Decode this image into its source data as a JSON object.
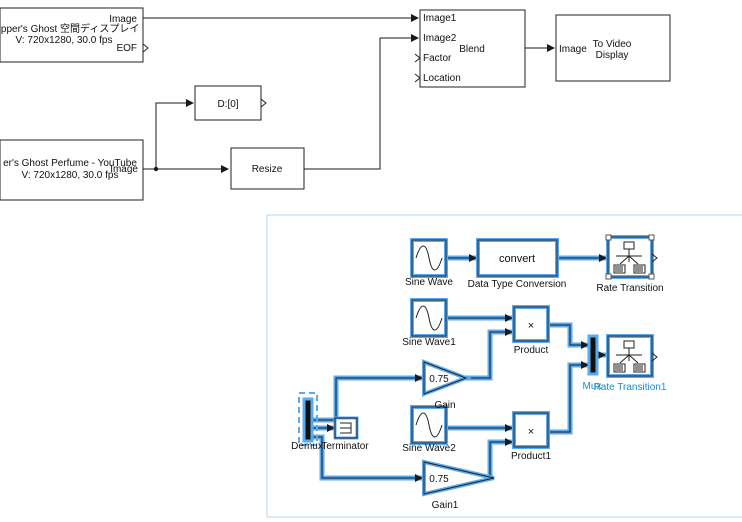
{
  "colors": {
    "selection": "#5aaaf0",
    "wire": "#1a1a1a",
    "selected_text": "#1a8ad4"
  },
  "top_model": {
    "source1": {
      "title": "Pepper's Ghost 空間ディスプレイ",
      "spec": "V: 720x1280, 30.0 fps",
      "port_image": "Image",
      "port_eof": "EOF"
    },
    "source2": {
      "title": "er's Ghost Perfume - YouTube",
      "spec": "V: 720x1280, 30.0 fps",
      "port_image": "Image"
    },
    "blend": {
      "label": "Blend",
      "ports": [
        "Image1",
        "Image2",
        "Factor",
        "Location"
      ]
    },
    "to_video": {
      "line1": "To Video",
      "line2": "Display",
      "port": "Image"
    },
    "delay": {
      "label": "D:[0]"
    },
    "resize": {
      "label": "Resize"
    }
  },
  "sub_model": {
    "sine_wave": "Sine Wave",
    "sine_wave1": "Sine Wave1",
    "sine_wave2": "Sine Wave2",
    "convert": {
      "label": "convert",
      "name": "Data Type Conversion"
    },
    "rate_transition": "Rate Transition",
    "rate_transition1": "Rate Transition1",
    "product": {
      "symbol": "×",
      "name": "Product"
    },
    "product1": {
      "symbol": "×",
      "name": "Product1"
    },
    "mux": "Mux",
    "demux": "Demux",
    "terminator": "Terminator",
    "gain": {
      "value": "0.75",
      "name": "Gain"
    },
    "gain1": {
      "value": "0.75",
      "name": "Gain1"
    }
  }
}
